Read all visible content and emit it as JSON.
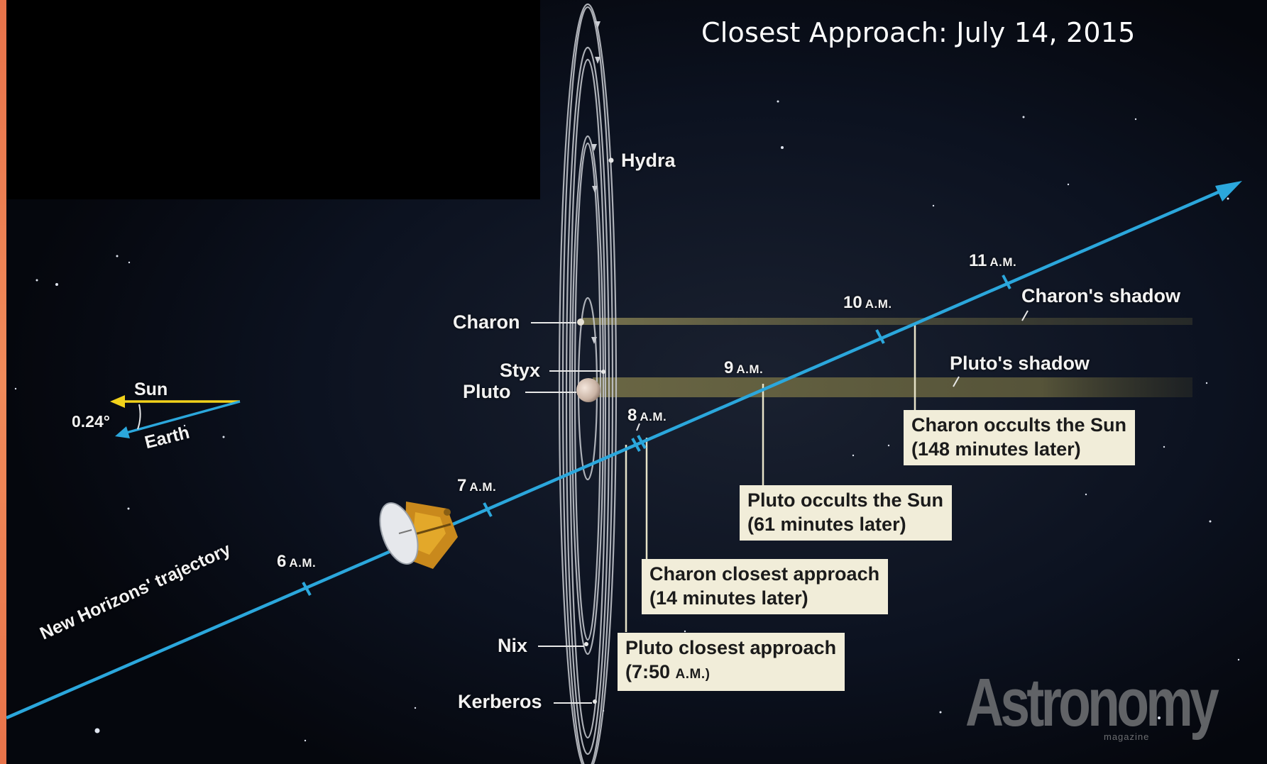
{
  "headline": "Closest Approach: July 14, 2015",
  "moons": {
    "hydra": "Hydra",
    "charon": "Charon",
    "styx": "Styx",
    "pluto": "Pluto",
    "nix": "Nix",
    "kerberos": "Kerberos"
  },
  "direction_key": {
    "sun": "Sun",
    "earth": "Earth",
    "angle": "0.24°"
  },
  "trajectory_label": "New Horizons' trajectory",
  "times": [
    {
      "hour": "6",
      "suffix": "A.M."
    },
    {
      "hour": "7",
      "suffix": "A.M."
    },
    {
      "hour": "8",
      "suffix": "A.M."
    },
    {
      "hour": "9",
      "suffix": "A.M."
    },
    {
      "hour": "10",
      "suffix": "A.M."
    },
    {
      "hour": "11",
      "suffix": "A.M."
    }
  ],
  "shadows": {
    "charon": "Charon's shadow",
    "pluto": "Pluto's shadow"
  },
  "callouts": {
    "charon_occults": {
      "line1": "Charon occults the Sun",
      "line2": "(148 minutes later)"
    },
    "pluto_occults": {
      "line1": "Pluto occults the Sun",
      "line2": "(61 minutes later)"
    },
    "charon_closest": {
      "line1": "Charon closest approach",
      "line2": "(14 minutes later)"
    },
    "pluto_closest": {
      "line1": "Pluto closest approach",
      "line2_time": "(7:50",
      "line2_suffix": "A.M.)"
    }
  },
  "logo": {
    "name": "Astronomy",
    "sub": "magazine"
  },
  "colors": {
    "trajectory": "#2ba7dc",
    "sun_arrow": "#f2d21b",
    "earth_arrow": "#2ba7dc",
    "callout_bg": "#f1edd9",
    "shadow": "#6e6a45",
    "orbit": "#c9ccd2",
    "left_edge": "#f08a5a"
  }
}
